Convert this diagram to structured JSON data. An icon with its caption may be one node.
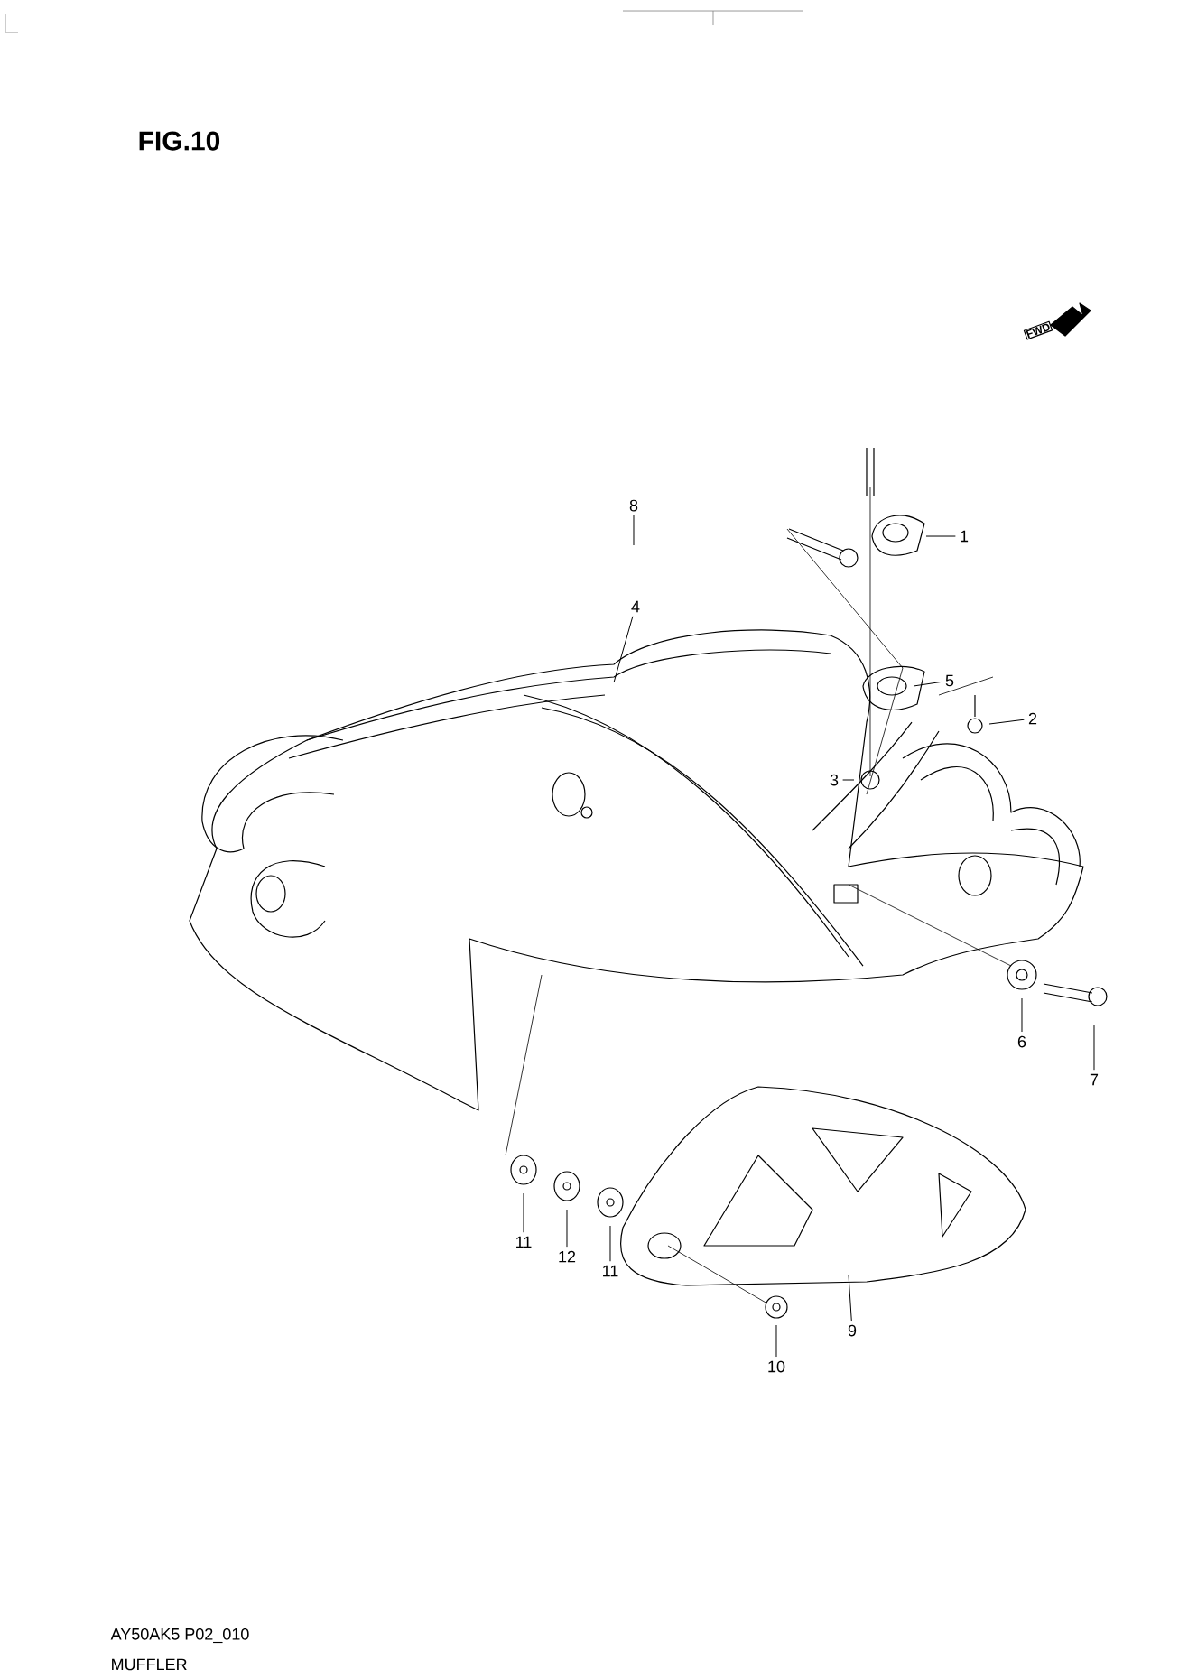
{
  "diagram": {
    "title": "FIG.10",
    "nodes": [
      {
        "text": [
          "8"
        ]
      },
      {
        "text": [
          "1"
        ]
      },
      {
        "text": [
          "4"
        ]
      },
      {
        "text": [
          "5"
        ]
      },
      {
        "text": [
          "2"
        ]
      },
      {
        "text": [
          "3"
        ]
      },
      {
        "text": [
          "6"
        ]
      },
      {
        "text": [
          "7"
        ]
      },
      {
        "text": [
          "11"
        ]
      },
      {
        "text": [
          "12"
        ]
      },
      {
        "text": [
          "11"
        ]
      },
      {
        "text": [
          "9"
        ]
      },
      {
        "text": [
          "10"
        ]
      }
    ],
    "edges": [
      {
        "from": 0,
        "to": null,
        "arrow": "none"
      },
      {
        "from": 1,
        "to": null,
        "arrow": "none"
      },
      {
        "from": 2,
        "to": null,
        "arrow": "none"
      },
      {
        "from": 3,
        "to": null,
        "arrow": "none"
      },
      {
        "from": 4,
        "to": null,
        "arrow": "none"
      },
      {
        "from": 5,
        "to": null,
        "arrow": "none"
      },
      {
        "from": 6,
        "to": null,
        "arrow": "none"
      },
      {
        "from": 7,
        "to": null,
        "arrow": "none"
      },
      {
        "from": 8,
        "to": null,
        "arrow": "none"
      },
      {
        "from": 9,
        "to": null,
        "arrow": "none"
      },
      {
        "from": 10,
        "to": null,
        "arrow": "none"
      },
      {
        "from": 11,
        "to": null,
        "arrow": "none"
      },
      {
        "from": 12,
        "to": null,
        "arrow": "none"
      }
    ],
    "labels": [
      "FWD",
      "AY50AK5 P02_010",
      "MUFFLER"
    ]
  }
}
